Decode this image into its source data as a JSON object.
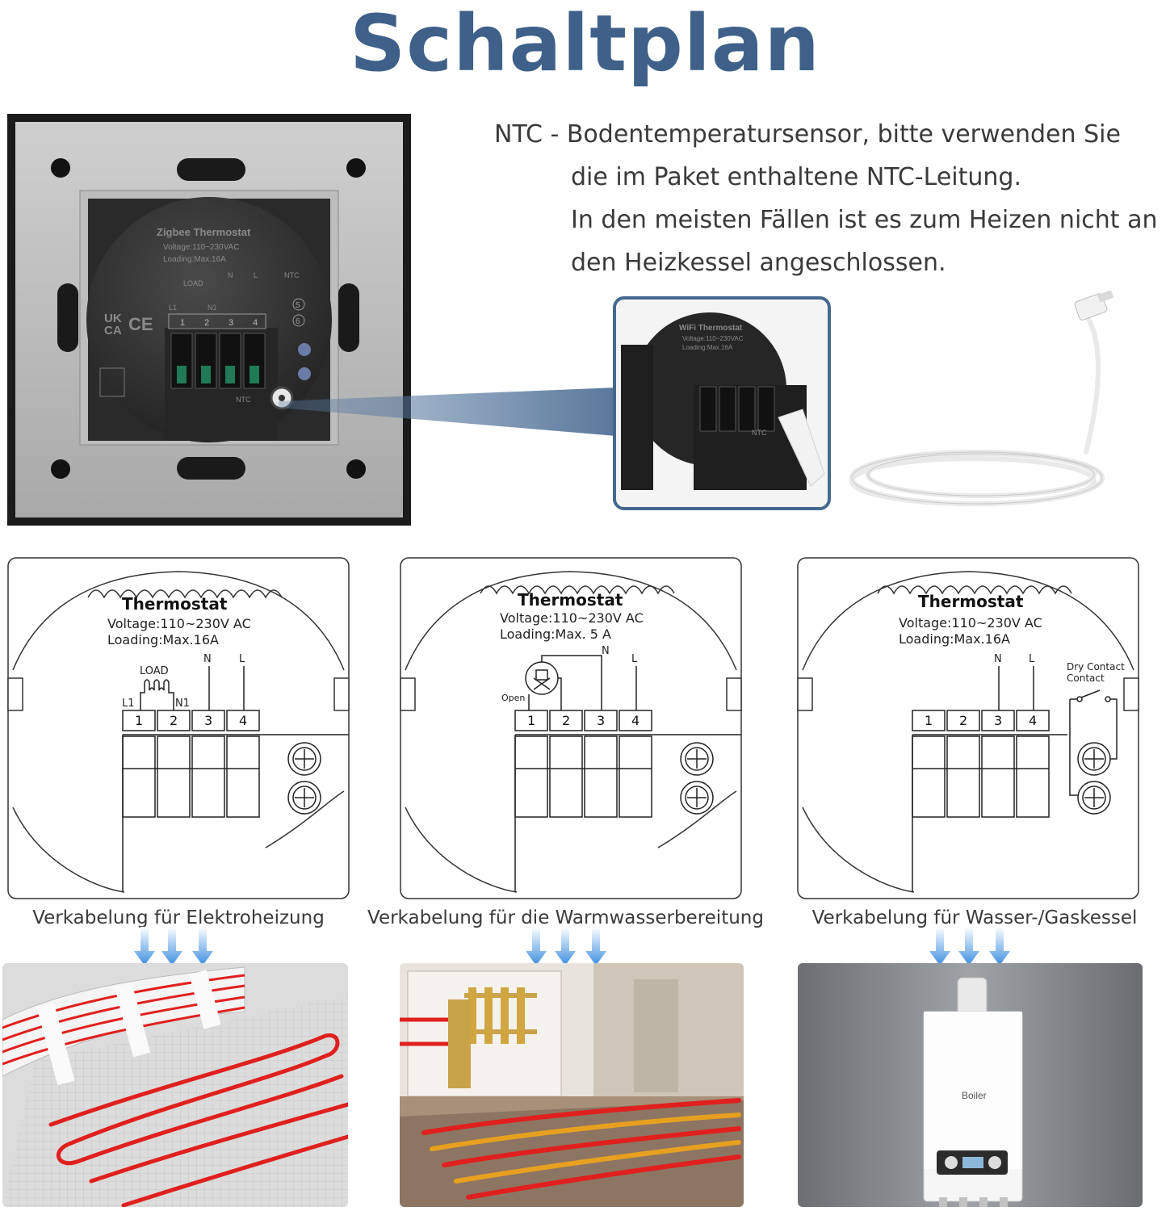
{
  "page": {
    "title": "Schaltplan",
    "ntc_description": [
      "NTC - Bodentemperatursensor, bitte verwenden Sie",
      "die im Paket enthaltene NTC-Leitung.",
      "In den meisten Fällen ist es zum Heizen nicht an",
      "den Heizkessel angeschlossen."
    ]
  },
  "device_photo": {
    "label_title": "Zigbee Thermostat",
    "label_voltage": "Voltage:110~230VAC",
    "label_loading": "Loading:Max.16A",
    "load": "LOAD",
    "l1": "L1",
    "n1": "N1",
    "n": "N",
    "l": "L",
    "ntc": "NTC",
    "terminal_5": "5",
    "terminal_6": "6",
    "ntc_port": "NTC",
    "mark_uk": "UK",
    "mark_ca": "CA",
    "mark_ce": "CE",
    "terminals": [
      "1",
      "2",
      "3",
      "4"
    ]
  },
  "inset_photo": {
    "label_title": "WiFi Thermostat",
    "label_voltage": "Voltage:110~230VAC",
    "label_loading": "Loading:Max.16A",
    "ntc": "NTC"
  },
  "diagrams": [
    {
      "title": "Thermostat",
      "voltage": "Voltage:110~230V AC",
      "loading": "Loading:Max.16A",
      "terminals": [
        "1",
        "2",
        "3",
        "4"
      ],
      "load": "LOAD",
      "l1": "L1",
      "n1": "N1",
      "n": "N",
      "l": "L",
      "caption": "Verkabelung für Elektroheizung"
    },
    {
      "title": "Thermostat",
      "voltage": "Voltage:110~230V AC",
      "loading": "Loading:Max. 5 A",
      "terminals": [
        "1",
        "2",
        "3",
        "4"
      ],
      "open": "Open",
      "n": "N",
      "l": "L",
      "caption": "Verkabelung für die Warmwasserbereitung"
    },
    {
      "title": "Thermostat",
      "voltage": "Voltage:110~230V AC",
      "loading": "Loading:Max.16A",
      "terminals": [
        "1",
        "2",
        "3",
        "4"
      ],
      "n": "N",
      "l": "L",
      "dry_contact_1": "Dry Contact",
      "dry_contact_2": "Contact",
      "caption": "Verkabelung für Wasser-/Gaskessel"
    }
  ],
  "boiler_photo": {
    "label": "Boiler"
  },
  "colors": {
    "title_blue": "#3f6189",
    "inset_border": "#46688f",
    "arrow_blue": "#3d8fe0",
    "heating_red": "#e0201e"
  }
}
